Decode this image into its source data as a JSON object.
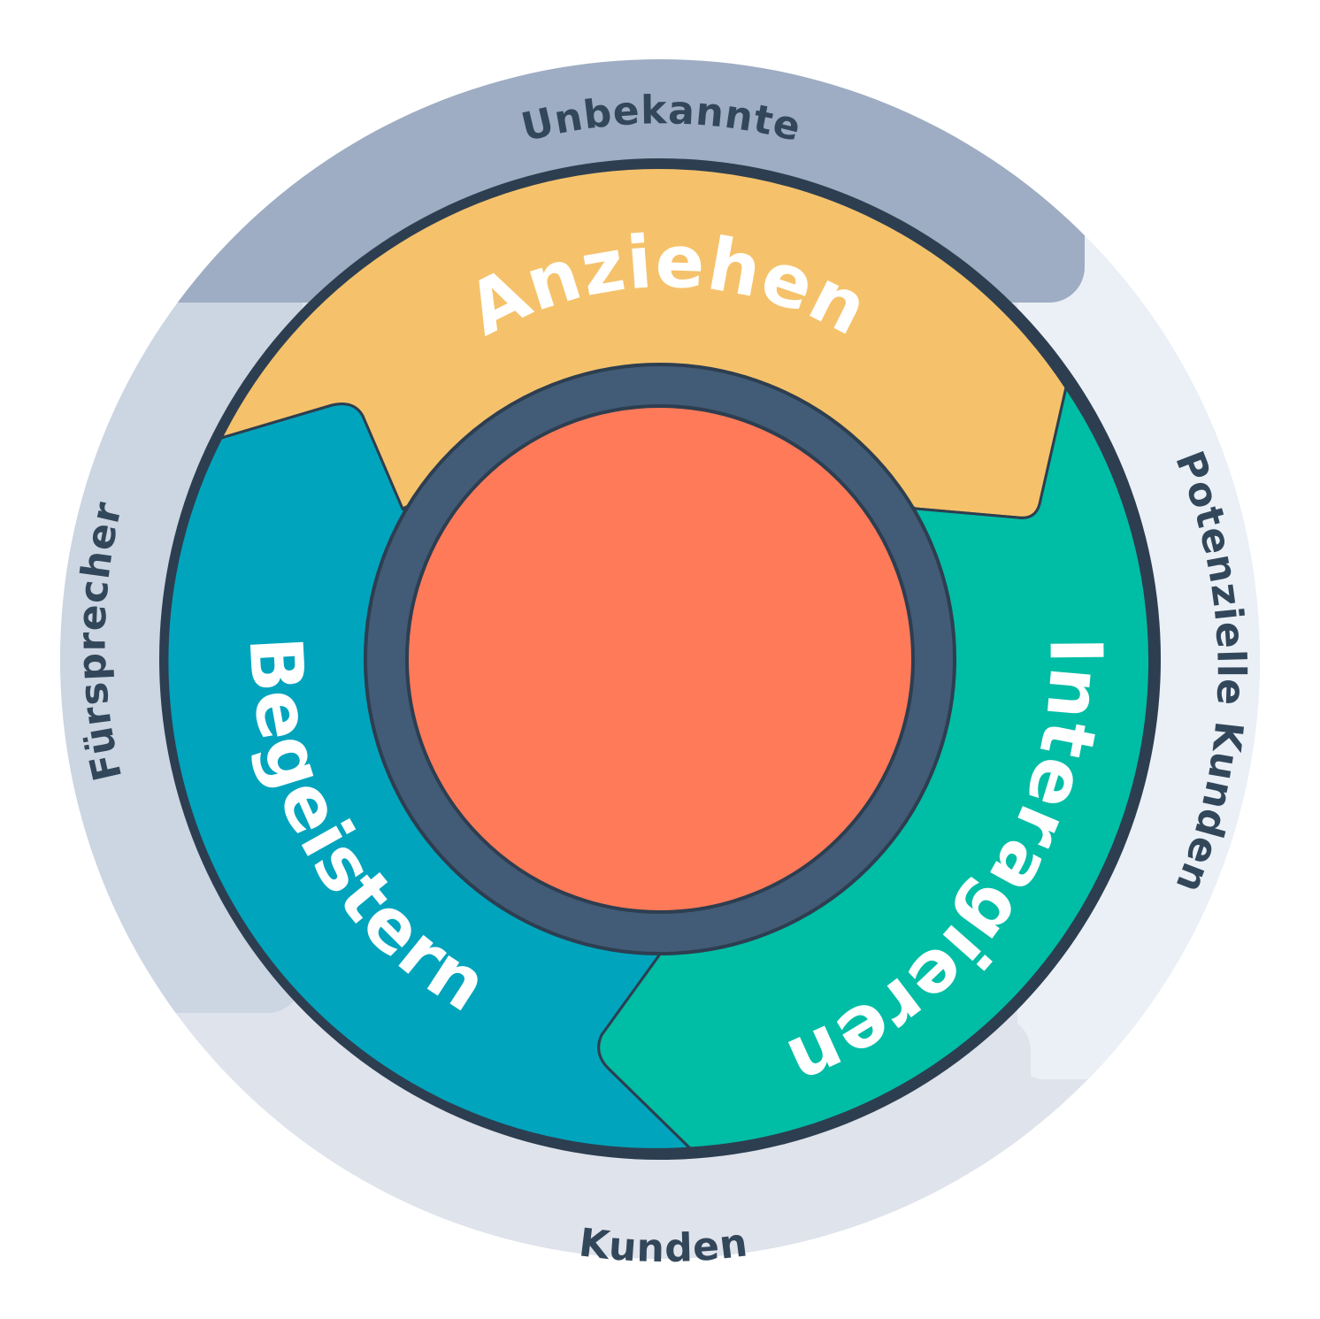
{
  "outer_labels": {
    "top": "Unbekannte",
    "right": "Potenzielle Kunden",
    "bottom": "Kunden",
    "left": "Fürsprecher"
  },
  "stages": {
    "attract": "Anziehen",
    "engage": "Interagieren",
    "delight": "Begeistern"
  },
  "colors": {
    "outer_top": "#9eadc3",
    "outer_left": "#cbd6e2",
    "outer_right": "#eaf0f6",
    "outer_bottom": "#dfe3eb",
    "attract": "#f5c26b",
    "engage": "#00bda5",
    "delight": "#00a4bd",
    "hub_ring": "#425b76",
    "hub_center": "#ff7a59",
    "outline": "#2d3e50",
    "outer_text": "#33475b",
    "stage_text": "#ffffff"
  }
}
